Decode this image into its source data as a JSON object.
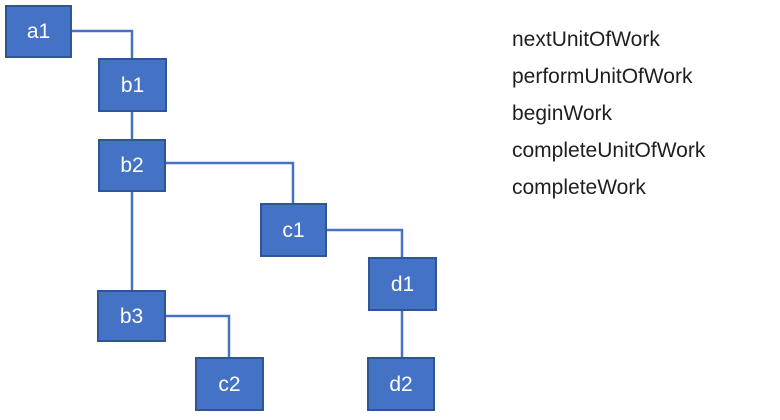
{
  "diagram": {
    "nodes": [
      {
        "id": "a1",
        "label": "a1"
      },
      {
        "id": "b1",
        "label": "b1"
      },
      {
        "id": "b2",
        "label": "b2"
      },
      {
        "id": "b3",
        "label": "b3"
      },
      {
        "id": "c1",
        "label": "c1"
      },
      {
        "id": "c2",
        "label": "c2"
      },
      {
        "id": "d1",
        "label": "d1"
      },
      {
        "id": "d2",
        "label": "d2"
      }
    ],
    "edges": [
      {
        "from": "a1",
        "to": "b1"
      },
      {
        "from": "b1",
        "to": "b2"
      },
      {
        "from": "b2",
        "to": "c1"
      },
      {
        "from": "b2",
        "to": "b3"
      },
      {
        "from": "b3",
        "to": "c2"
      },
      {
        "from": "c1",
        "to": "d1"
      },
      {
        "from": "d1",
        "to": "d2"
      }
    ]
  },
  "legend": {
    "items": [
      "nextUnitOfWork",
      "performUnitOfWork",
      "beginWork",
      "completeUnitOfWork",
      "completeWork"
    ]
  },
  "colors": {
    "node_fill": "#4472C4",
    "node_border": "#2F5597",
    "connector": "#4472C4",
    "node_text": "#ffffff",
    "list_text": "#1f1f1f",
    "background": "#ffffff"
  }
}
